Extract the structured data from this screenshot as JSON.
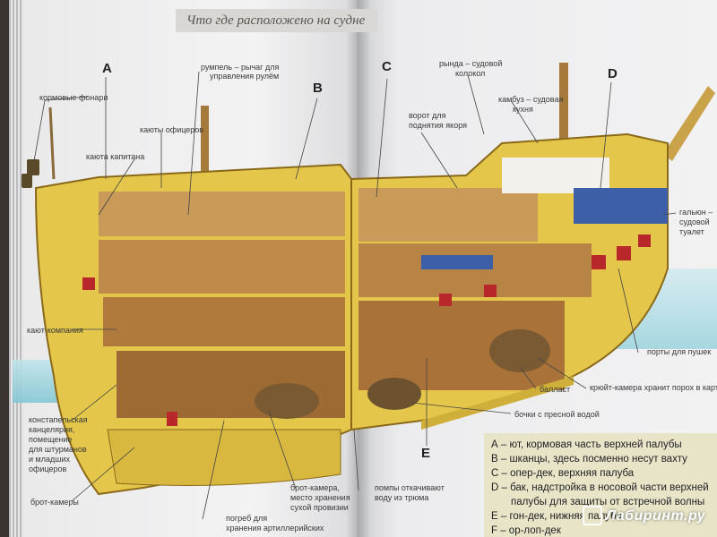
{
  "page_title": "Что где расположено на судне",
  "section_letters": {
    "a": "A",
    "b": "B",
    "c": "C",
    "d": "D",
    "e": "E"
  },
  "callouts": {
    "stern_lanterns": "кормовые фонари",
    "officers_cabins": "каюты офицеров",
    "captains_cabin": "каюта капитана",
    "tiller_1": "румпель – рычаг для",
    "tiller_2": "управления рулём",
    "companion": "кают-компания",
    "constable_1": "констапельская",
    "constable_2": "канцелярия,",
    "constable_3": "помещение",
    "constable_4": "для штурманов",
    "constable_5": "и младших",
    "constable_6": "офицеров",
    "brot_left": "брот-камеры",
    "brot_chamber_1": "брот-камера,",
    "brot_chamber_2": "место хранения",
    "brot_chamber_3": "сухой провизии",
    "magazine_1": "погреб для",
    "magazine_2": "хранения артиллерийских",
    "pumps_1": "помпы откачивают",
    "pumps_2": "воду из трюма",
    "capstan_1": "ворот для",
    "capstan_2": "поднятия якоря",
    "bell_1": "рында – судовой",
    "bell_2": "колокол",
    "galley_1": "камбуз – судовая",
    "galley_2": "кухня",
    "head_1": "гальюн –",
    "head_2": "судовой",
    "head_3": "туалет",
    "gunports": "порты для пушек",
    "powder": "крюйт-камера хранит порох в картузах",
    "ballast": "балласт",
    "water": "бочки с пресной водой"
  },
  "legend": [
    "А – ют, кормовая часть верхней палубы",
    "В – шканцы, здесь посменно несут вахту",
    "С – опер-дек, верхняя палуба",
    "D – бак, надстройка в носовой части верхней",
    "палубы для защиты от встречной волны",
    "Е – гон-дек, нижняя палуба",
    "F – ор-лоп-дек"
  ],
  "watermark": "Лабиринт.ру",
  "colors": {
    "hull_yellow": "#e3c64a",
    "hull_dark": "#b89628",
    "wood": "#b07a3c",
    "deck_blue": "#3c5fa8",
    "gun_red": "#b8282a",
    "legend_bg": "#e8e4c8"
  }
}
